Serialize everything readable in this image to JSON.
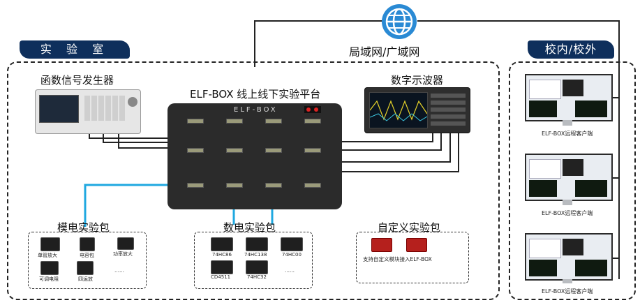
{
  "lab_banner": "实 验 室",
  "campus_banner": "校内/校外",
  "network_label": "局域网/广域网",
  "function_generator_label": "函数信号发生器",
  "platform_label": "ELF-BOX 线上线下实验平台",
  "box_brand": "ELF-BOX",
  "oscilloscope_label": "数字示波器",
  "analog_kit": {
    "title": "模电实验包",
    "items": [
      "单管放大",
      "电容包",
      "功率放大",
      "可调电阻",
      "四运放",
      "……"
    ]
  },
  "digital_kit": {
    "title": "数电实验包",
    "items": [
      "74HC86",
      "74HC138",
      "74HC00",
      "CD4511",
      "74HC32",
      "……"
    ]
  },
  "custom_kit": {
    "title": "自定义实验包",
    "note": "支持自定义模块接入ELF-BOX"
  },
  "clients": [
    "ELF-BOX远程客户端",
    "ELF-BOX远程客户端",
    "ELF-BOX远程客户端"
  ],
  "colors": {
    "banner": "#0e2f5c",
    "arrow": "#1fa8e0",
    "globe": "#2a8ad4",
    "red_module": "#b5201d"
  },
  "icons": [
    "globe-icon"
  ]
}
